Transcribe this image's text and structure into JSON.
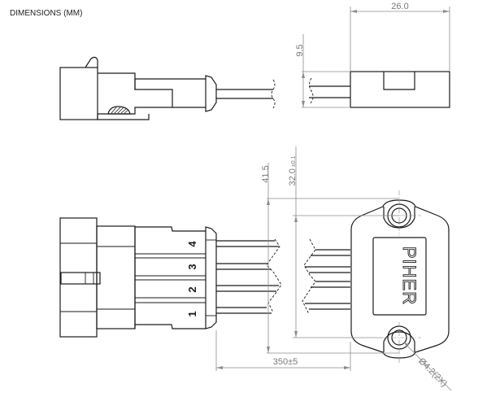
{
  "title": "DIMENSIONS (MM)",
  "dimensions": {
    "top_width": "26.0",
    "top_height": "9.5",
    "overall_height": "41.5",
    "hole_spacing": "32.0",
    "hole_spacing_tol": "±0.1",
    "cable_length": "350±5",
    "hole_diameter": "Ø4.2(2X)"
  },
  "pins": [
    "1",
    "2",
    "3",
    "4"
  ],
  "brand": "PIHER",
  "colors": {
    "outline": "#1a1a1a",
    "dimension": "#8c8c8c",
    "background": "#ffffff"
  }
}
